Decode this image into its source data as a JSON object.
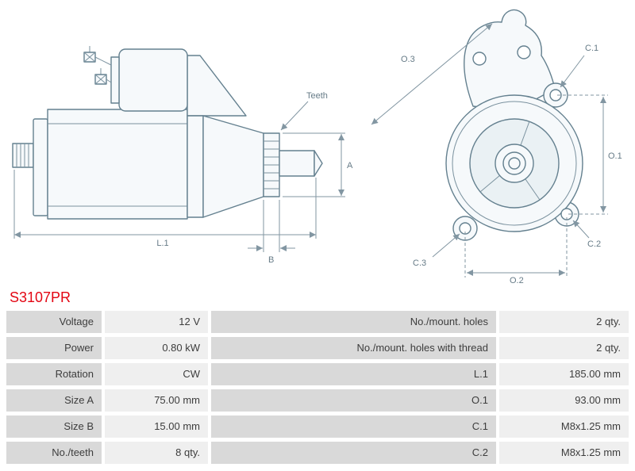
{
  "part": {
    "number": "S3107PR"
  },
  "colors": {
    "part_number_red": "#e30613",
    "table_label_bg": "#d9d9d9",
    "table_value_bg": "#efefef",
    "drawing_line": "#64808f",
    "dimension_line": "#8296a2"
  },
  "diagram": {
    "labels": {
      "teeth": "Teeth",
      "l1": "L.1",
      "a": "A",
      "b": "B",
      "o1": "O.1",
      "o2": "O.2",
      "o3": "O.3",
      "c1": "C.1",
      "c2": "C.2",
      "c3": "C.3"
    }
  },
  "specs": {
    "rows": [
      {
        "label_left": "Voltage",
        "value_left": "12 V",
        "label_right": "No./mount. holes",
        "value_right": "2 qty."
      },
      {
        "label_left": "Power",
        "value_left": "0.80 kW",
        "label_right": "No./mount. holes with thread",
        "value_right": "2 qty."
      },
      {
        "label_left": "Rotation",
        "value_left": "CW",
        "label_right": "L.1",
        "value_right": "185.00 mm"
      },
      {
        "label_left": "Size A",
        "value_left": "75.00 mm",
        "label_right": "O.1",
        "value_right": "93.00 mm"
      },
      {
        "label_left": "Size B",
        "value_left": "15.00 mm",
        "label_right": "C.1",
        "value_right": "M8x1.25 mm"
      },
      {
        "label_left": "No./teeth",
        "value_left": "8 qty.",
        "label_right": "C.2",
        "value_right": "M8x1.25 mm"
      }
    ]
  }
}
